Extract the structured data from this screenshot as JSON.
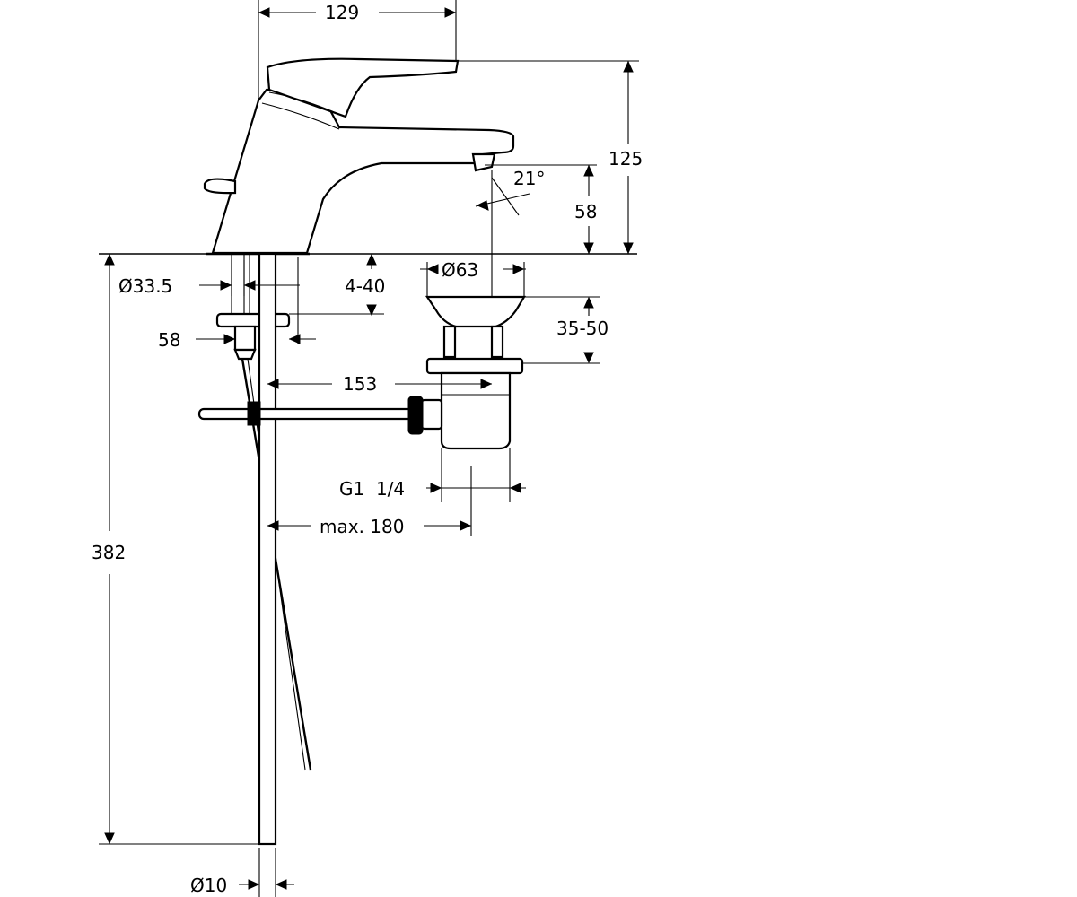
{
  "dimensions": {
    "width_top": "129",
    "height_total": "125",
    "spout_angle": "21°",
    "spout_height": "58",
    "supply_diameter": "Ø33.5",
    "deck_thickness": "4-40",
    "drain_diameter": "Ø63",
    "nut_width": "58",
    "drain_range": "35-50",
    "rod_offset": "153",
    "drain_thread": "G1  1/4",
    "max_reach": "max. 180",
    "hose_length": "382",
    "hose_diameter": "Ø10"
  }
}
